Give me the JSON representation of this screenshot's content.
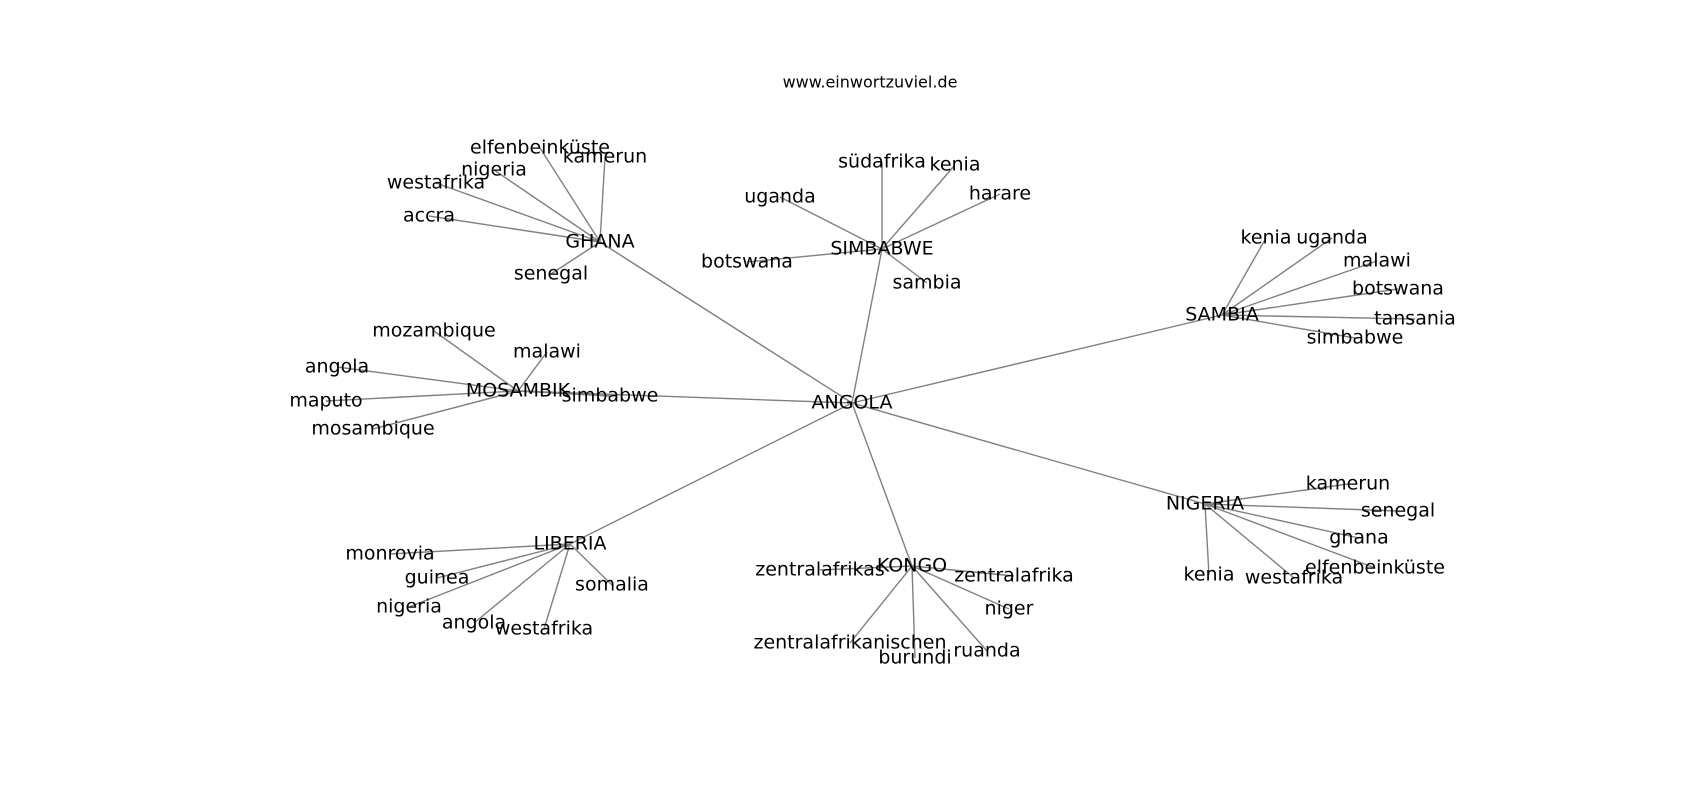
{
  "title": "www.einwortzuviel.de",
  "center": {
    "label": "ANGOLA"
  },
  "hubs": [
    {
      "label": "GHANA",
      "leaves": [
        "elfenbeinküste",
        "kamerun",
        "nigeria",
        "westafrika",
        "accra",
        "senegal"
      ]
    },
    {
      "label": "SIMBABWE",
      "leaves": [
        "südafrika",
        "kenia",
        "harare",
        "uganda",
        "botswana",
        "sambia"
      ]
    },
    {
      "label": "SAMBIA",
      "leaves": [
        "kenia",
        "uganda",
        "malawi",
        "botswana",
        "tansania",
        "simbabwe"
      ]
    },
    {
      "label": "MOSAMBIK",
      "leaves": [
        "mozambique",
        "malawi",
        "angola",
        "maputo",
        "mosambique",
        "simbabwe"
      ]
    },
    {
      "label": "NIGERIA",
      "leaves": [
        "kamerun",
        "senegal",
        "ghana",
        "elfenbeinküste",
        "westafrika",
        "kenia"
      ]
    },
    {
      "label": "LIBERIA",
      "leaves": [
        "monrovia",
        "guinea",
        "nigeria",
        "angola",
        "westafrika",
        "somalia"
      ]
    },
    {
      "label": "KONGO",
      "leaves": [
        "zentralafrikas",
        "zentralafrika",
        "niger",
        "ruanda",
        "burundi",
        "zentralafrikanischen"
      ]
    }
  ],
  "colors": {
    "edge": "#808080",
    "text": "#000000",
    "background": "#ffffff"
  }
}
